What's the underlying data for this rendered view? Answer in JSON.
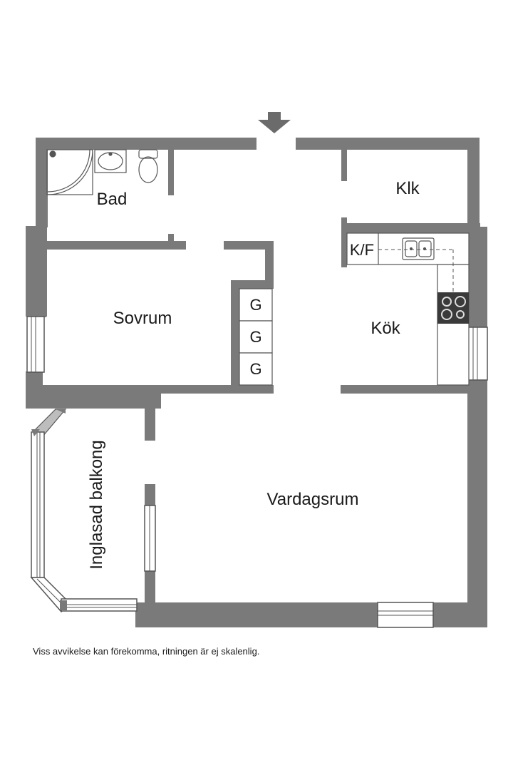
{
  "rooms": {
    "bad": "Bad",
    "klk": "Klk",
    "kf": "K/F",
    "sovrum": "Sovrum",
    "kok": "Kök",
    "balkong": "Inglasad balkong",
    "vardagsrum": "Vardagsrum"
  },
  "closets": [
    "G",
    "G",
    "G"
  ],
  "disclaimer": "Viss avvikelse kan förekomma, ritningen är ej skalenlig.",
  "colors": {
    "wall": "#7a7a7a",
    "floor": "#ffffff",
    "fixture": "#555555"
  }
}
